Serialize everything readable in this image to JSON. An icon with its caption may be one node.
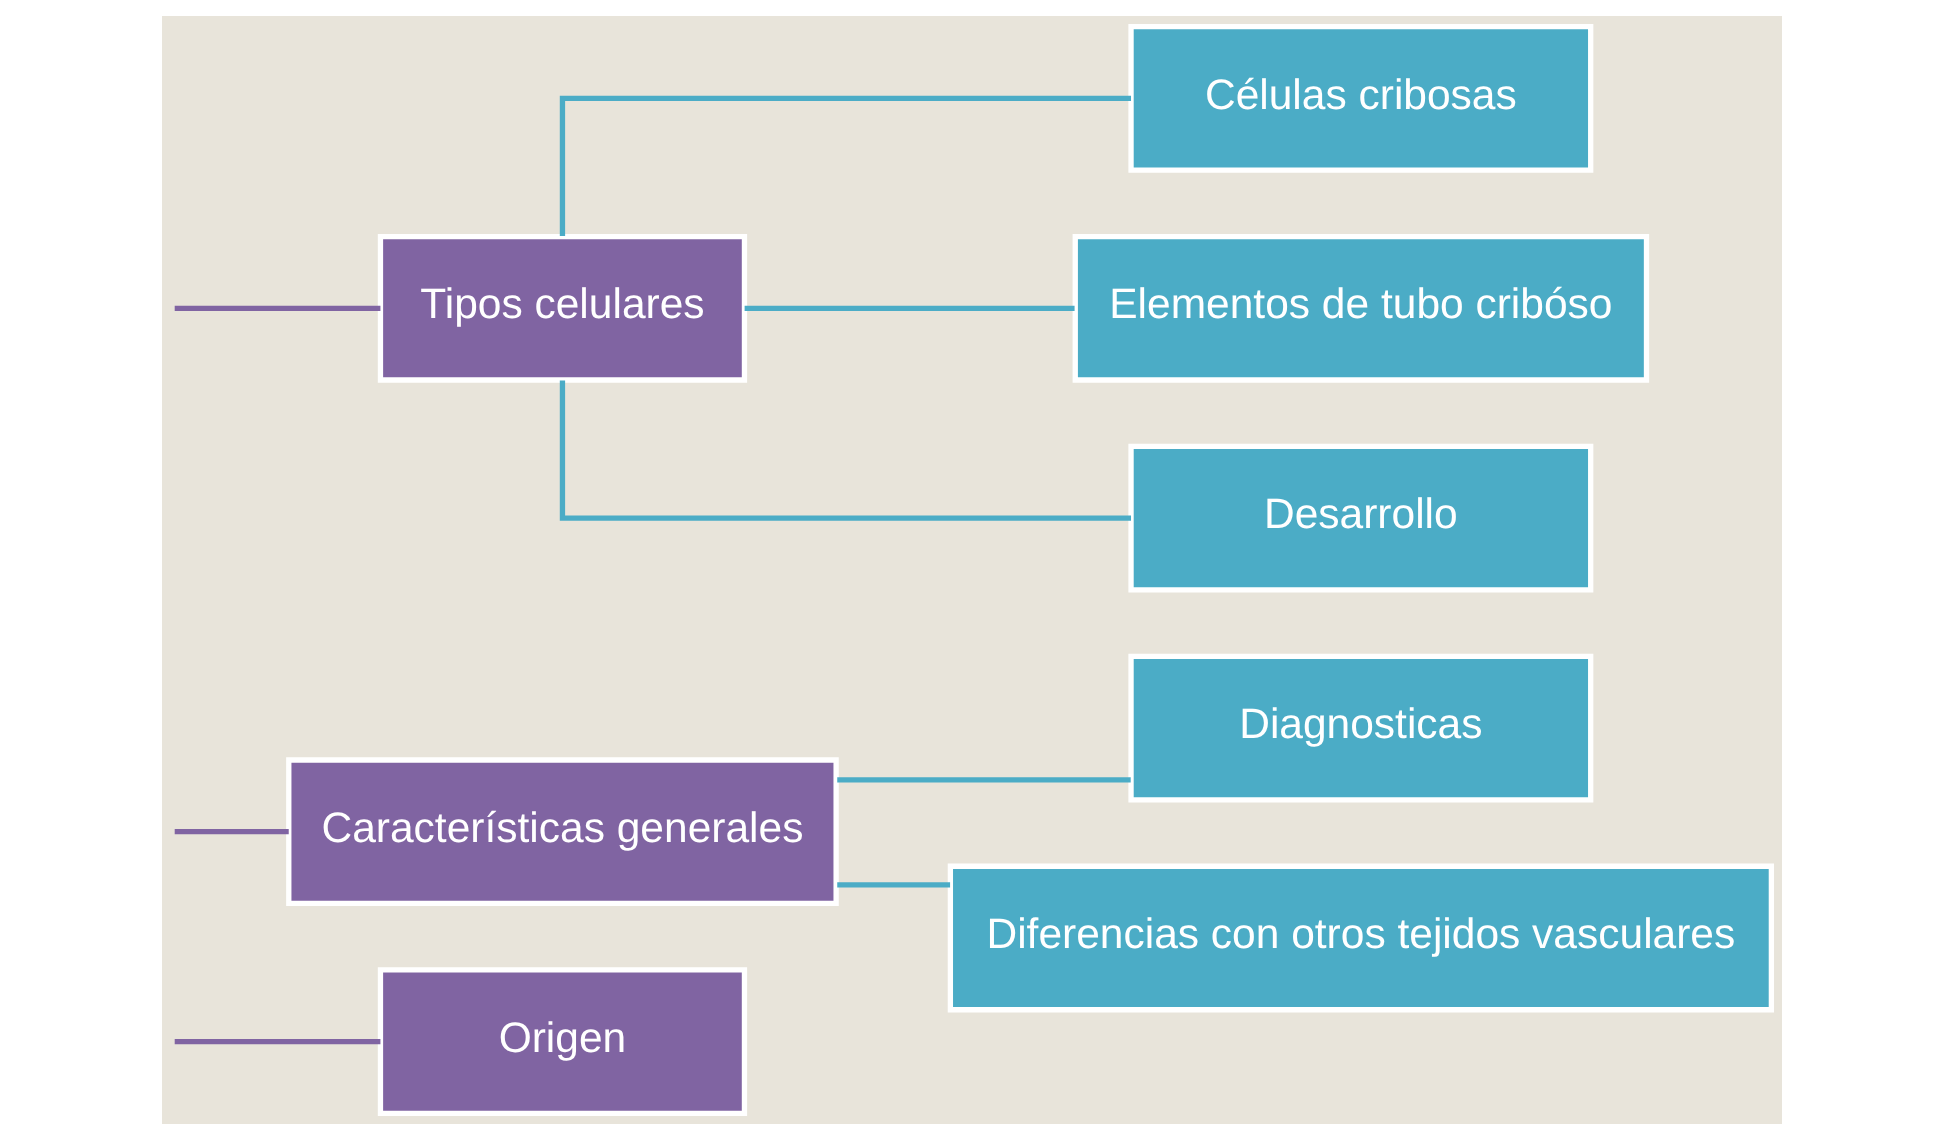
{
  "diagram": {
    "nodes": [
      {
        "text": [
          "Origen"
        ]
      },
      {
        "text": [
          "Características generales"
        ]
      },
      {
        "text": [
          "Diagnosticas"
        ]
      },
      {
        "text": [
          "Diferencias con otros tejidos vasculares"
        ]
      },
      {
        "text": [
          "Tipos celulares"
        ]
      },
      {
        "text": [
          "Células cribosas"
        ]
      },
      {
        "text": [
          "Elementos de tubo cribóso"
        ]
      },
      {
        "text": [
          "Desarrollo"
        ]
      }
    ],
    "edges": [
      {
        "from": null,
        "to": 0,
        "arrow": "none",
        "color": "#8064a2"
      },
      {
        "from": null,
        "to": 1,
        "arrow": "none",
        "color": "#8064a2"
      },
      {
        "from": null,
        "to": 4,
        "arrow": "none",
        "color": "#8064a2"
      },
      {
        "from": 1,
        "to": 2,
        "arrow": "none"
      },
      {
        "from": 1,
        "to": 3,
        "arrow": "none"
      },
      {
        "from": 4,
        "to": 5,
        "arrow": "none"
      },
      {
        "from": 4,
        "to": 6,
        "arrow": "none"
      },
      {
        "from": 4,
        "to": 7,
        "arrow": "none"
      }
    ]
  }
}
